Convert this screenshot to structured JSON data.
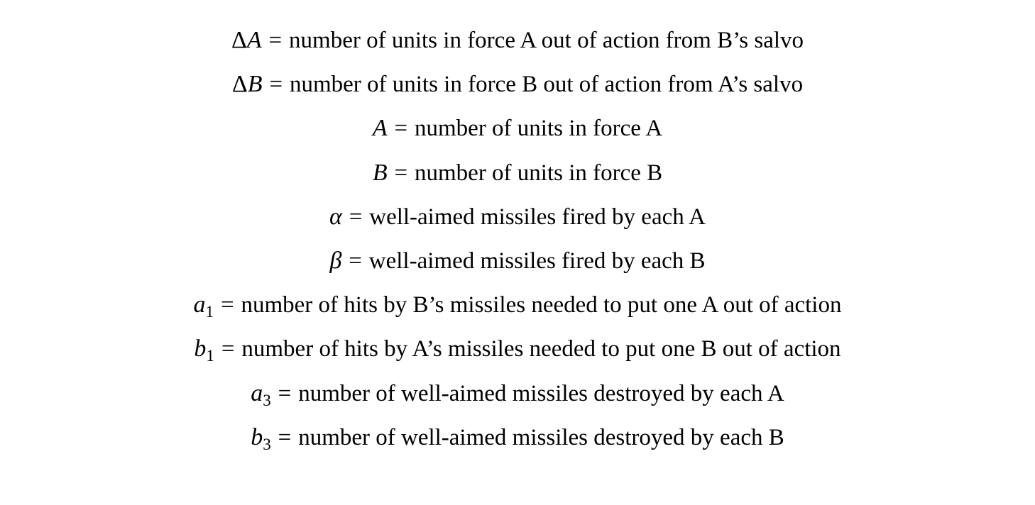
{
  "document": {
    "type": "math-definition-list",
    "background_color": "#ffffff",
    "text_color": "#000000",
    "alignment": "center",
    "relation_symbol": "=",
    "lines": [
      {
        "symbol": "ΔA",
        "symbol_parts": {
          "prefix": "Δ",
          "base": "A",
          "subscript": ""
        },
        "relation": "=",
        "description": "number of units in force A out of action from B’s salvo"
      },
      {
        "symbol": "ΔB",
        "symbol_parts": {
          "prefix": "Δ",
          "base": "B",
          "subscript": ""
        },
        "relation": "=",
        "description": "number of units in force B out of action from A’s salvo"
      },
      {
        "symbol": "A",
        "symbol_parts": {
          "prefix": "",
          "base": "A",
          "subscript": ""
        },
        "relation": "=",
        "description": "number of units in force A"
      },
      {
        "symbol": "B",
        "symbol_parts": {
          "prefix": "",
          "base": "B",
          "subscript": ""
        },
        "relation": "=",
        "description": "number of units in force B"
      },
      {
        "symbol": "α",
        "symbol_parts": {
          "prefix": "",
          "base": "α",
          "subscript": ""
        },
        "relation": "=",
        "description": "well-aimed missiles fired by each A"
      },
      {
        "symbol": "β",
        "symbol_parts": {
          "prefix": "",
          "base": "β",
          "subscript": ""
        },
        "relation": "=",
        "description": "well-aimed missiles fired by each B"
      },
      {
        "symbol": "a₁",
        "symbol_parts": {
          "prefix": "",
          "base": "a",
          "subscript": "1"
        },
        "relation": "=",
        "description": "number of hits by B’s missiles needed to put one A out of action"
      },
      {
        "symbol": "b₁",
        "symbol_parts": {
          "prefix": "",
          "base": "b",
          "subscript": "1"
        },
        "relation": "=",
        "description": "number of hits by A’s missiles needed to put one B out of action"
      },
      {
        "symbol": "a₃",
        "symbol_parts": {
          "prefix": "",
          "base": "a",
          "subscript": "3"
        },
        "relation": "=",
        "description": "number of well-aimed missiles destroyed by each A"
      },
      {
        "symbol": "b₃",
        "symbol_parts": {
          "prefix": "",
          "base": "b",
          "subscript": "3"
        },
        "relation": "=",
        "description": "number of well-aimed missiles destroyed by each B"
      }
    ]
  }
}
